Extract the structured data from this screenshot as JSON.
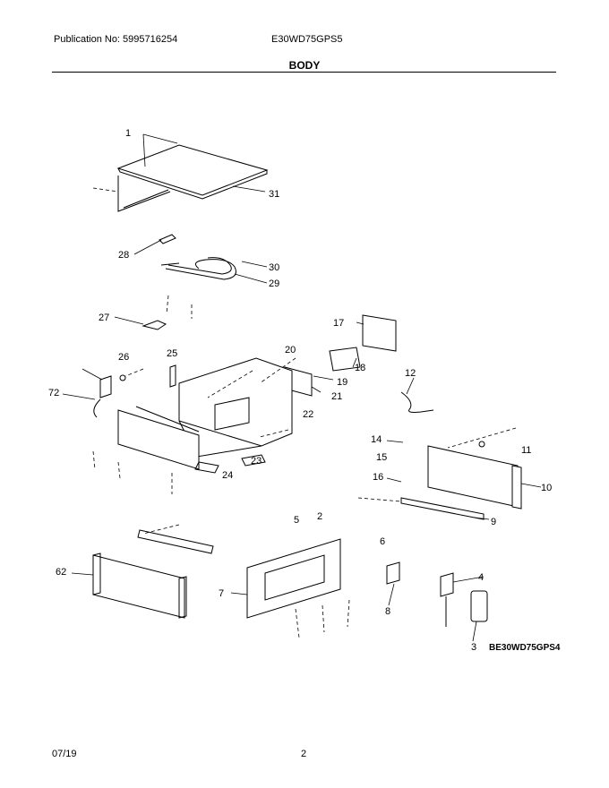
{
  "header": {
    "publication": "Publication No: 5995716254",
    "model": "E30WD75GPS5",
    "title": "BODY"
  },
  "diagram": {
    "reference": "BE30WD75GPS4",
    "callouts": [
      "1",
      "31",
      "28",
      "30",
      "29",
      "27",
      "17",
      "18",
      "19",
      "20",
      "21",
      "22",
      "12",
      "25",
      "26",
      "72",
      "23",
      "24",
      "14",
      "11",
      "15",
      "16",
      "10",
      "9",
      "62",
      "5",
      "2",
      "6",
      "4",
      "7",
      "8",
      "3"
    ]
  },
  "footer": {
    "date": "07/19",
    "page": "2"
  }
}
